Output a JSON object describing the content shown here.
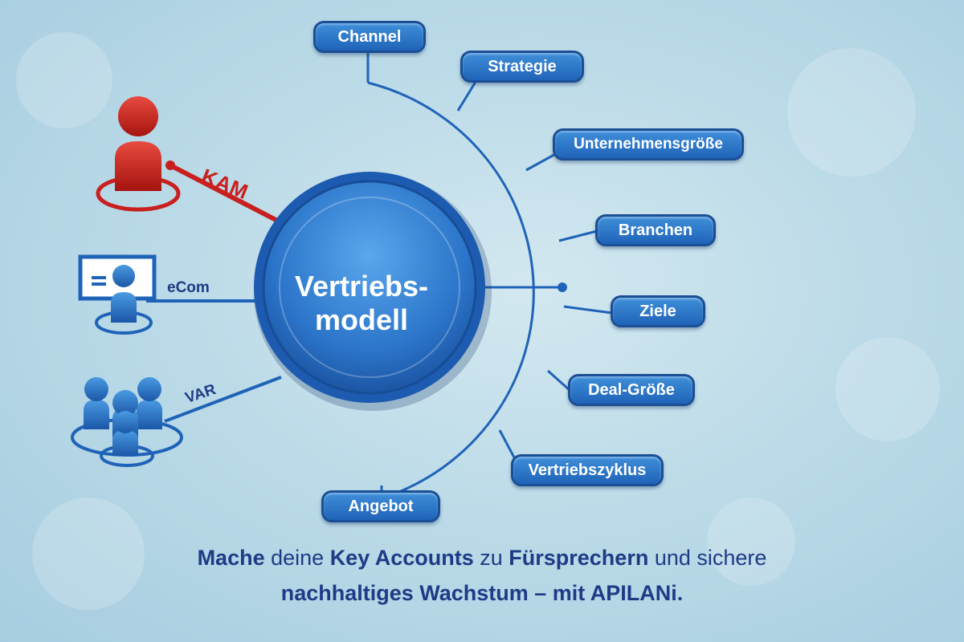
{
  "center": {
    "line1": "Vertriebs-",
    "line2": "modell"
  },
  "branches": [
    {
      "label": "Channel"
    },
    {
      "label": "Strategie"
    },
    {
      "label": "Unternehmensgröße"
    },
    {
      "label": "Branchen"
    },
    {
      "label": "Ziele"
    },
    {
      "label": "Deal-Größe"
    },
    {
      "label": "Vertriebszyklus"
    },
    {
      "label": "Angebot"
    }
  ],
  "connectors": {
    "kam": {
      "label": "KAM",
      "color": "#c8201f"
    },
    "ecom": {
      "label": "eCom"
    },
    "var": {
      "label": "VAR"
    }
  },
  "colors": {
    "accent_blue": "#1f63b8",
    "kam_red": "#c8201f",
    "tagline_text": "#1e3b86"
  },
  "tagline": {
    "line1": [
      {
        "text": "Mache",
        "bold": true
      },
      {
        "text": " deine ",
        "bold": false
      },
      {
        "text": "Key Accounts",
        "bold": true
      },
      {
        "text": " zu ",
        "bold": false
      },
      {
        "text": "Fürsprechern",
        "bold": true
      },
      {
        "text": " und sichere",
        "bold": false
      }
    ],
    "line2": [
      {
        "text": "nachhaltiges Wachstum – mit APILANi.",
        "bold": true
      }
    ]
  },
  "icons": [
    "person-icon",
    "computer-user-icon",
    "group-icon"
  ]
}
